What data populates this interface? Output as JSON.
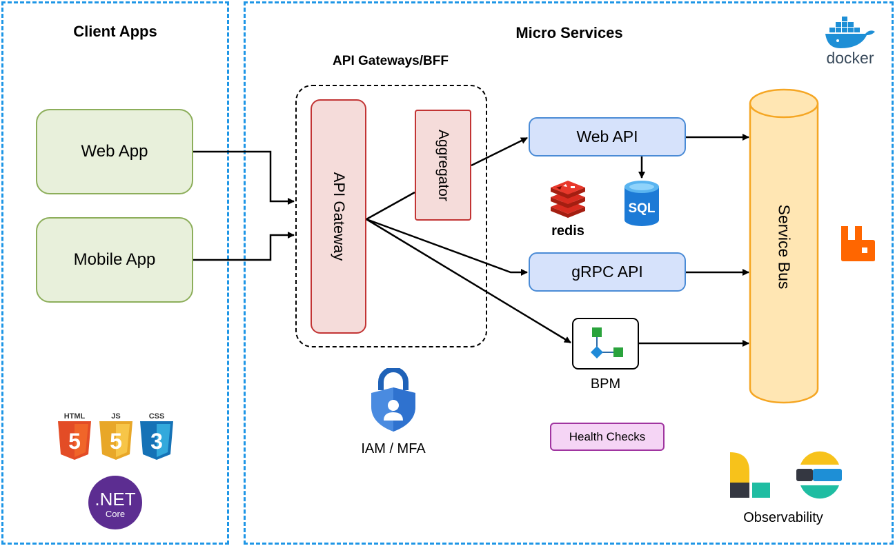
{
  "zones": {
    "client": {
      "title": "Client Apps"
    },
    "micro": {
      "title": "Micro Services"
    }
  },
  "gateway_group": {
    "title": "API Gateways/BFF"
  },
  "nodes": {
    "web_app": "Web App",
    "mobile_app": "Mobile App",
    "api_gateway": "API Gateway",
    "aggregator": "Aggregator",
    "web_api": "Web API",
    "grpc_api": "gRPC API",
    "bpm": "BPM",
    "service_bus": "Service Bus",
    "health_checks": "Health Checks",
    "iam": "IAM / MFA",
    "observability": "Observability"
  },
  "logos": {
    "docker": "docker",
    "redis": "redis",
    "sql": "SQL",
    "html": "HTML",
    "html_num": "5",
    "js": "JS",
    "js_num": "5",
    "css": "CSS",
    "css_num": "3",
    "dotnet_main": ".NET",
    "dotnet_sub": "Core"
  },
  "colors": {
    "zone_border": "#1e96e6",
    "app_fill": "#e8f0db",
    "app_border": "#8cae5a",
    "service_fill": "#d6e2fb",
    "service_border": "#4a8bd6",
    "gateway_fill": "#f5dcda",
    "gateway_border": "#c23434",
    "bus_fill": "#ffe6b3",
    "bus_border": "#f5a623",
    "health_fill": "#f5d5f5",
    "health_border": "#a035a0"
  }
}
